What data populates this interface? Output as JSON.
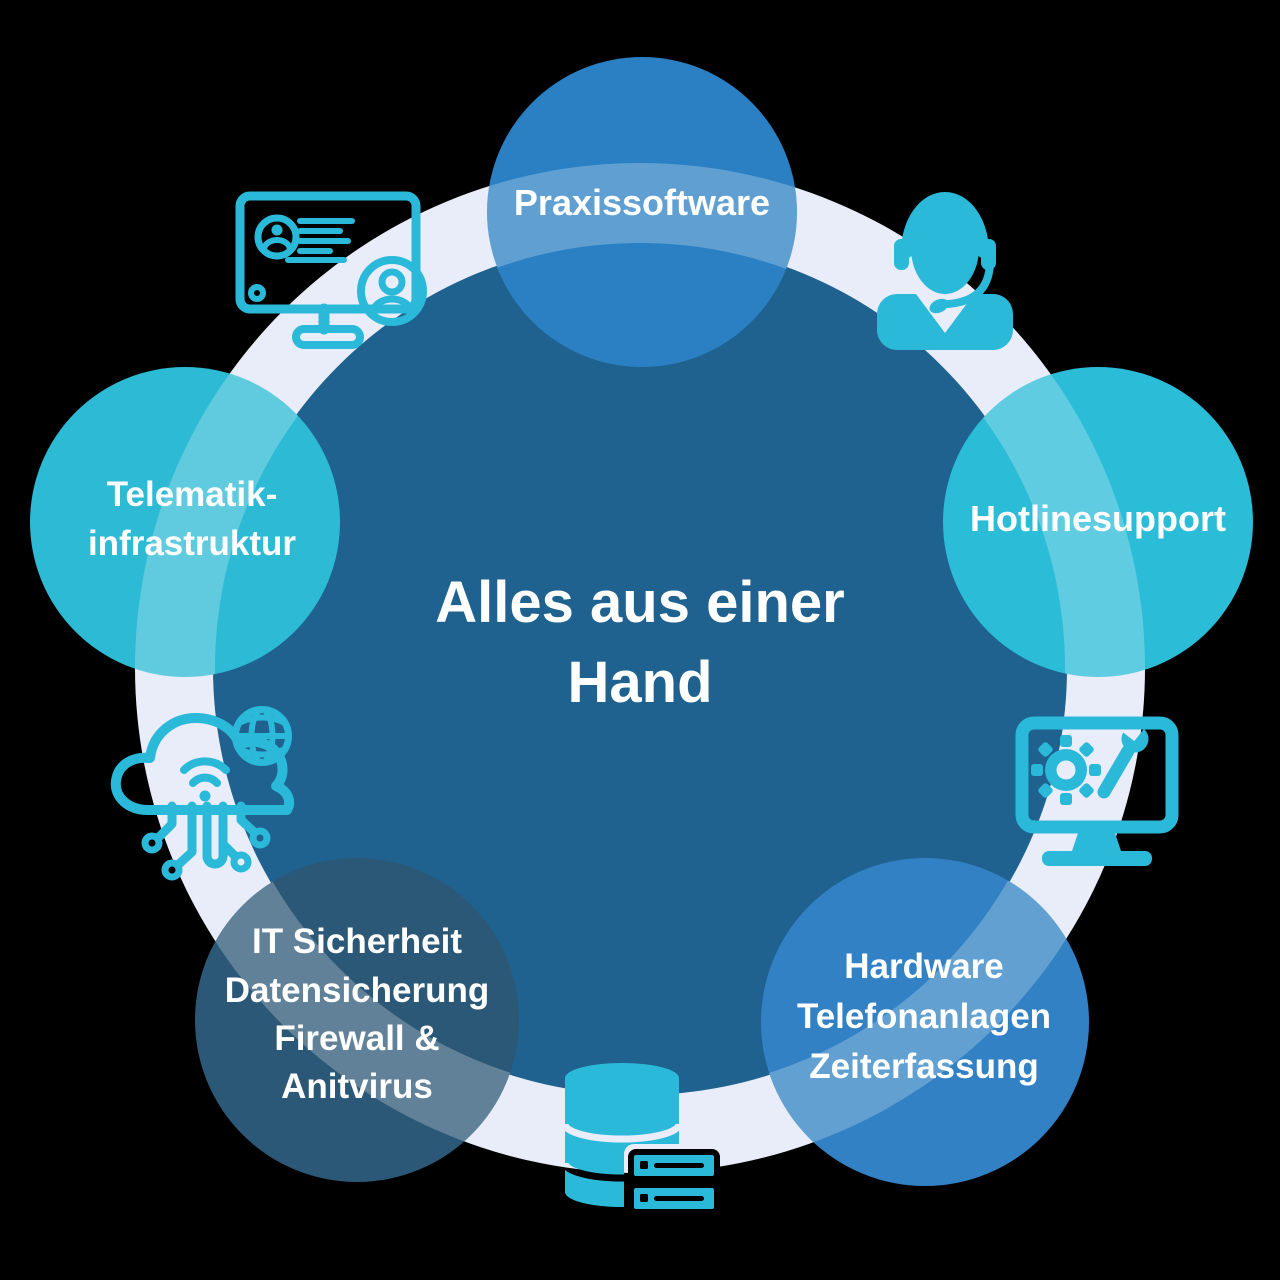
{
  "background_color": "#000000",
  "colors": {
    "ring": "#E9EDF9",
    "ring_band": "#FFFFFF",
    "center_circle": "#1F618F",
    "node_praxissoftware": "#2B80C3",
    "node_hotlinesupport": "#2BBCD8",
    "node_telematik": "#2DBAD4",
    "node_hardware": "#3181C4",
    "node_it_sicherheit": "#2C5877",
    "icon": "#2BB9DA",
    "text": "#FFFFFF"
  },
  "title": {
    "line1": "Alles aus einer",
    "line2": "Hand"
  },
  "nodes": [
    {
      "id": "praxissoftware",
      "lines": [
        "Praxissoftware"
      ]
    },
    {
      "id": "hotlinesupport",
      "lines": [
        "Hotlinesupport"
      ]
    },
    {
      "id": "hardware",
      "lines": [
        "Hardware",
        "Telefonanlagen",
        "Zeiterfassung"
      ]
    },
    {
      "id": "it-sicherheit",
      "lines": [
        "IT Sicherheit",
        "Datensicherung",
        "Firewall &",
        "Anitvirus"
      ]
    },
    {
      "id": "telematik",
      "lines": [
        "Telematik-",
        "infrastruktur"
      ]
    }
  ],
  "icons": [
    {
      "name": "patient-record-monitor-icon"
    },
    {
      "name": "headset-support-icon"
    },
    {
      "name": "monitor-gear-wrench-icon"
    },
    {
      "name": "database-server-icon"
    },
    {
      "name": "cloud-network-icon"
    }
  ]
}
